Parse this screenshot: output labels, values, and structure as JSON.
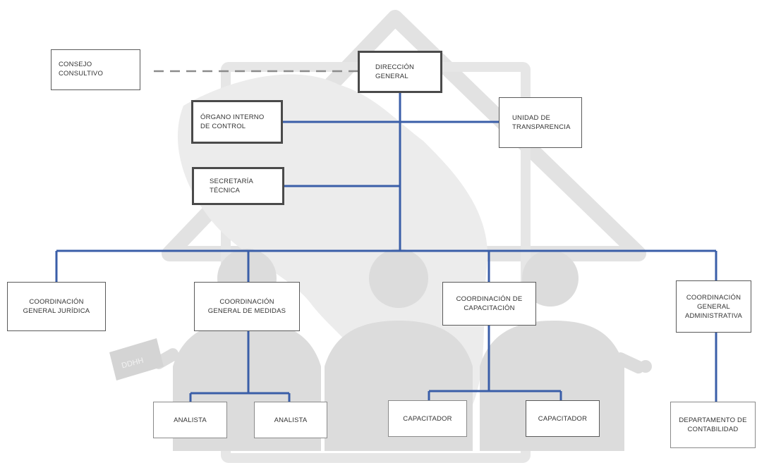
{
  "nodes": {
    "consejo": {
      "line1": "CONSEJO",
      "line2": "CONSULTIVO"
    },
    "direccion": {
      "line1": "DIRECCIÓN",
      "line2": "GENERAL"
    },
    "organo": {
      "line1": "ÓRGANO INTERNO",
      "line2": "DE CONTROL"
    },
    "unidad": {
      "line1": "UNIDAD DE",
      "line2": "TRANSPARENCIA"
    },
    "secretaria": {
      "line1": "SECRETARÍA",
      "line2": "TÉCNICA"
    },
    "coord_juridica": {
      "line1": "COORDINACIÓN",
      "line2": "GENERAL JURÍDICA"
    },
    "coord_medidas": {
      "line1": "COORDINACIÓN",
      "line2": "GENERAL DE MEDIDAS"
    },
    "coord_capacitacion": {
      "line1": "COORDINACIÓN DE",
      "line2": "CAPACITACIÓN"
    },
    "coord_administrativa": {
      "line1": "COORDINACIÓN",
      "line2": "GENERAL",
      "line3": "ADMINISTRATIVA"
    },
    "analista_1": {
      "label": "ANALISTA"
    },
    "analista_2": {
      "label": "ANALISTA"
    },
    "capacitador_1": {
      "label": "CAPACITADOR"
    },
    "capacitador_2": {
      "label": "CAPACITADOR"
    },
    "contabilidad": {
      "line1": "DEPARTAMENTO DE",
      "line2": "CONTABILIDAD"
    }
  },
  "watermark": {
    "flag_text": "DDHH"
  },
  "colors": {
    "connector": "#3a5ea8",
    "dashed_connector": "#8c8c8c",
    "box_border": "#4a4a4a",
    "watermark": "#dedede"
  }
}
